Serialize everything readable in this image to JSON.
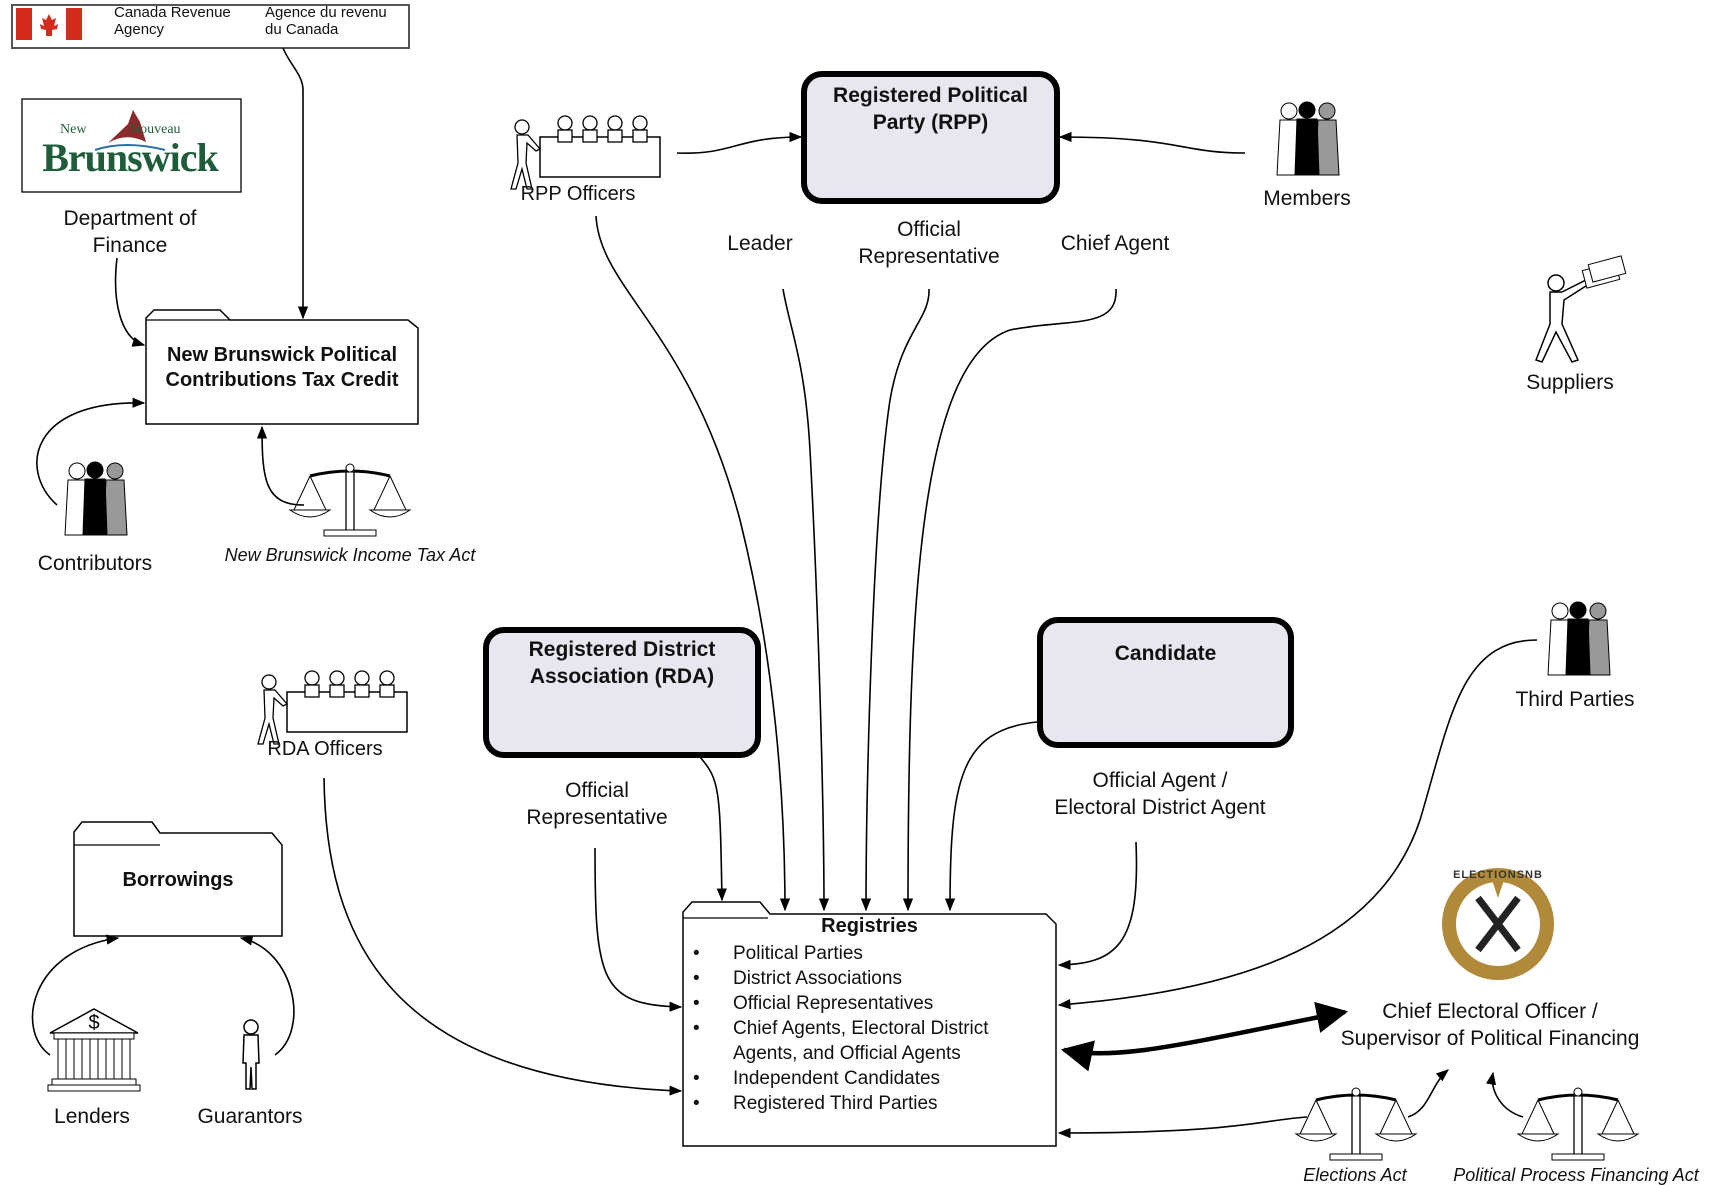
{
  "logos": {
    "cra": {
      "en_line1": "Canada Revenue",
      "en_line2": "Agency",
      "fr_line1": "Agence du revenu",
      "fr_line2": "du Canada",
      "accent": "#d52b1e"
    },
    "nb": {
      "small_en": "New",
      "small_fr": "Nouveau",
      "word": "Brunswick",
      "accent": "#1f5c3a",
      "ship": "#8b2a2a"
    },
    "elections": {
      "text": "ELECTIONSNB",
      "ring": "#b08a3a"
    }
  },
  "nodes": {
    "dept_finance": "Department of\nFinance",
    "tax_credit": "New Brunswick Political\nContributions Tax Credit",
    "contributors": "Contributors",
    "income_tax_act": "New Brunswick Income Tax Act",
    "rpp_officers": "RPP Officers",
    "rpp": "Registered Political\nParty (RPP)",
    "members": "Members",
    "leader": "Leader",
    "rpp_official_rep": "Official\nRepresentative",
    "chief_agent": "Chief Agent",
    "suppliers": "Suppliers",
    "rda_officers": "RDA Officers",
    "rda": "Registered District\nAssociation (RDA)",
    "candidate": "Candidate",
    "third_parties": "Third Parties",
    "rda_official_rep": "Official\nRepresentative",
    "official_agent": "Official Agent /\nElectoral District Agent",
    "borrowings": "Borrowings",
    "lenders": "Lenders",
    "guarantors": "Guarantors",
    "ceo": "Chief Electoral Officer /\nSupervisor of Political Financing",
    "elections_act": "Elections Act",
    "ppfa": "Political Process Financing Act"
  },
  "registries": {
    "title": "Registries",
    "items": [
      "Political Parties",
      "District Associations",
      "Official Representatives",
      "Chief Agents, Electoral District Agents, and Official Agents",
      "Independent Candidates",
      "Registered Third Parties"
    ]
  },
  "colors": {
    "box_fill": "#e8e6ee",
    "line": "#000000",
    "folder_fill": "#ffffff"
  }
}
